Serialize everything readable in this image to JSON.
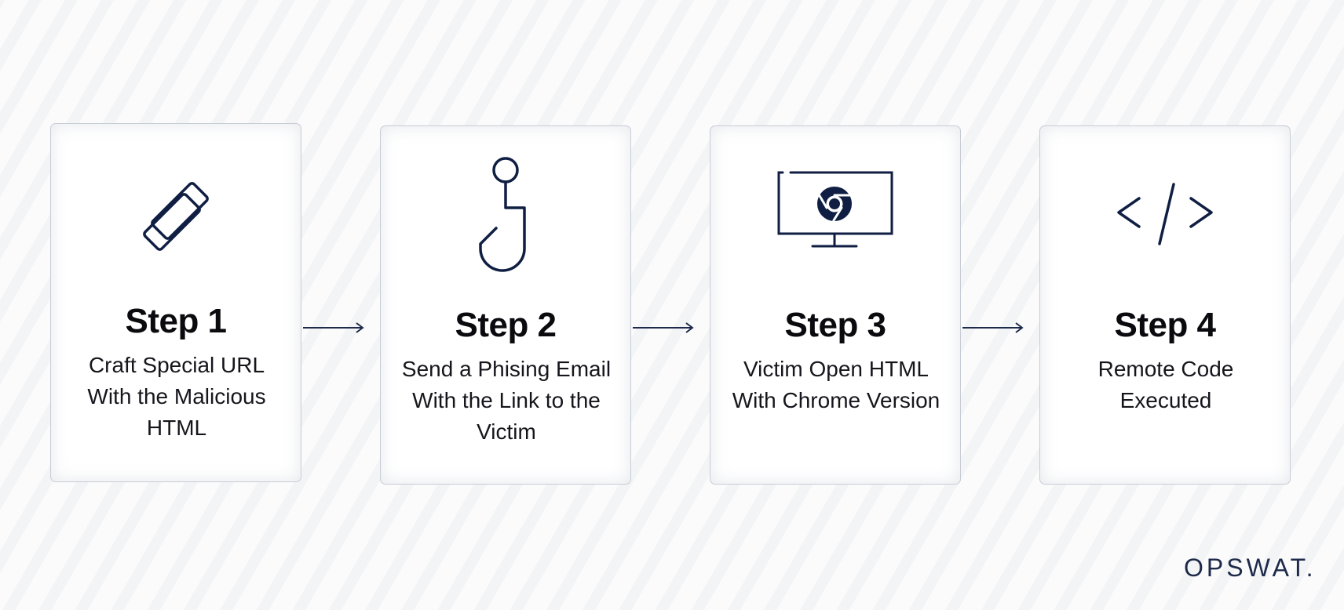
{
  "steps": [
    {
      "title": "Step 1",
      "description": "Craft Special URL With the Malicious HTML",
      "icon": "link-icon"
    },
    {
      "title": "Step 2",
      "description": "Send a Phising Email With the Link to the Victim",
      "icon": "fishing-hook-icon"
    },
    {
      "title": "Step 3",
      "description": "Victim Open HTML With Chrome Version",
      "icon": "monitor-chrome-icon"
    },
    {
      "title": "Step 4",
      "description": "Remote Code Executed",
      "icon": "code-icon"
    }
  ],
  "brand": {
    "logo_text": "OPSWAT."
  },
  "colors": {
    "icon": "#0f1e42",
    "arrow": "#1d2a4a",
    "card_border": "#c7ccd6",
    "title": "#0a0a0f"
  }
}
